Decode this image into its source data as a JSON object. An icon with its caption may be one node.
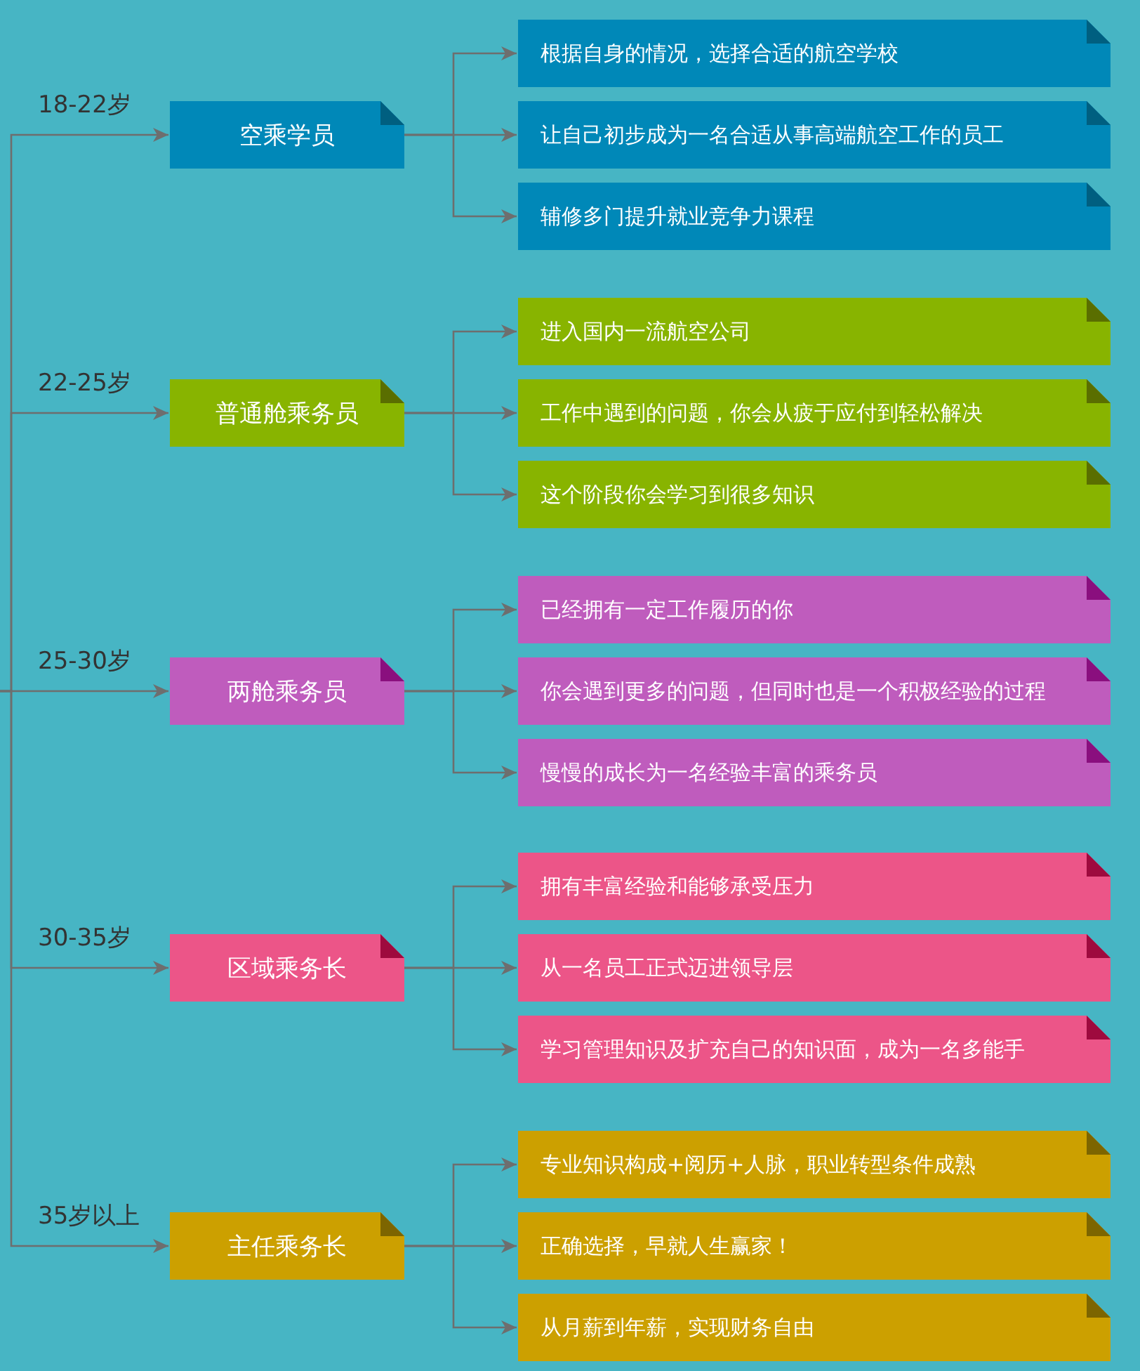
{
  "diagram": {
    "nodes": [
      {
        "text": [
          "空乘学员"
        ],
        "beside": [
          "18-22岁"
        ]
      },
      {
        "text": [
          "根据自身的情况，选择合适的航空学校"
        ]
      },
      {
        "text": [
          "让自己初步成为一名合适从事高端航空工作的员工"
        ]
      },
      {
        "text": [
          "辅修多门提升就业竞争力课程"
        ]
      },
      {
        "text": [
          "普通舱乘务员"
        ],
        "beside": [
          "22-25岁"
        ]
      },
      {
        "text": [
          "进入国内一流航空公司"
        ]
      },
      {
        "text": [
          "工作中遇到的问题，你会从疲于应付到轻松解决"
        ]
      },
      {
        "text": [
          "这个阶段你会学习到很多知识"
        ]
      },
      {
        "text": [
          "两舱乘务员"
        ],
        "beside": [
          "25-30岁"
        ]
      },
      {
        "text": [
          "已经拥有一定工作履历的你"
        ]
      },
      {
        "text": [
          "你会遇到更多的问题，但同时也是一个积极经验的过程"
        ]
      },
      {
        "text": [
          "慢慢的成长为一名经验丰富的乘务员"
        ]
      },
      {
        "text": [
          "区域乘务长"
        ],
        "beside": [
          "30-35岁"
        ]
      },
      {
        "text": [
          "拥有丰富经验和能够承受压力"
        ]
      },
      {
        "text": [
          "从一名员工正式迈进领导层"
        ]
      },
      {
        "text": [
          "学习管理知识及扩充自己的知识面，成为一名多能手"
        ]
      },
      {
        "text": [
          "主任乘务长"
        ],
        "beside": [
          "35岁以上"
        ]
      },
      {
        "text": [
          "专业知识构成+阅历+人脉，职业转型条件成熟"
        ]
      },
      {
        "text": [
          "正确选择，早就人生赢家！"
        ]
      },
      {
        "text": [
          "从月薪到年薪，实现财务自由"
        ]
      }
    ],
    "edges": [
      {
        "from": null,
        "to": 0,
        "arrow": "to"
      },
      {
        "from": null,
        "to": 4,
        "arrow": "to"
      },
      {
        "from": null,
        "to": 8,
        "arrow": "to"
      },
      {
        "from": null,
        "to": 12,
        "arrow": "to"
      },
      {
        "from": null,
        "to": 16,
        "arrow": "to"
      },
      {
        "from": 0,
        "to": 1,
        "arrow": "to"
      },
      {
        "from": 0,
        "to": 2,
        "arrow": "to"
      },
      {
        "from": 0,
        "to": 3,
        "arrow": "to"
      },
      {
        "from": 4,
        "to": 5,
        "arrow": "to"
      },
      {
        "from": 4,
        "to": 6,
        "arrow": "to"
      },
      {
        "from": 4,
        "to": 7,
        "arrow": "to"
      },
      {
        "from": 8,
        "to": 9,
        "arrow": "to"
      },
      {
        "from": 8,
        "to": 10,
        "arrow": "to"
      },
      {
        "from": 8,
        "to": 11,
        "arrow": "to"
      },
      {
        "from": 12,
        "to": 13,
        "arrow": "to"
      },
      {
        "from": 12,
        "to": 14,
        "arrow": "to"
      },
      {
        "from": 12,
        "to": 15,
        "arrow": "to"
      },
      {
        "from": 16,
        "to": 17,
        "arrow": "to"
      },
      {
        "from": 16,
        "to": 18,
        "arrow": "to"
      },
      {
        "from": 16,
        "to": 19,
        "arrow": "to"
      }
    ]
  }
}
